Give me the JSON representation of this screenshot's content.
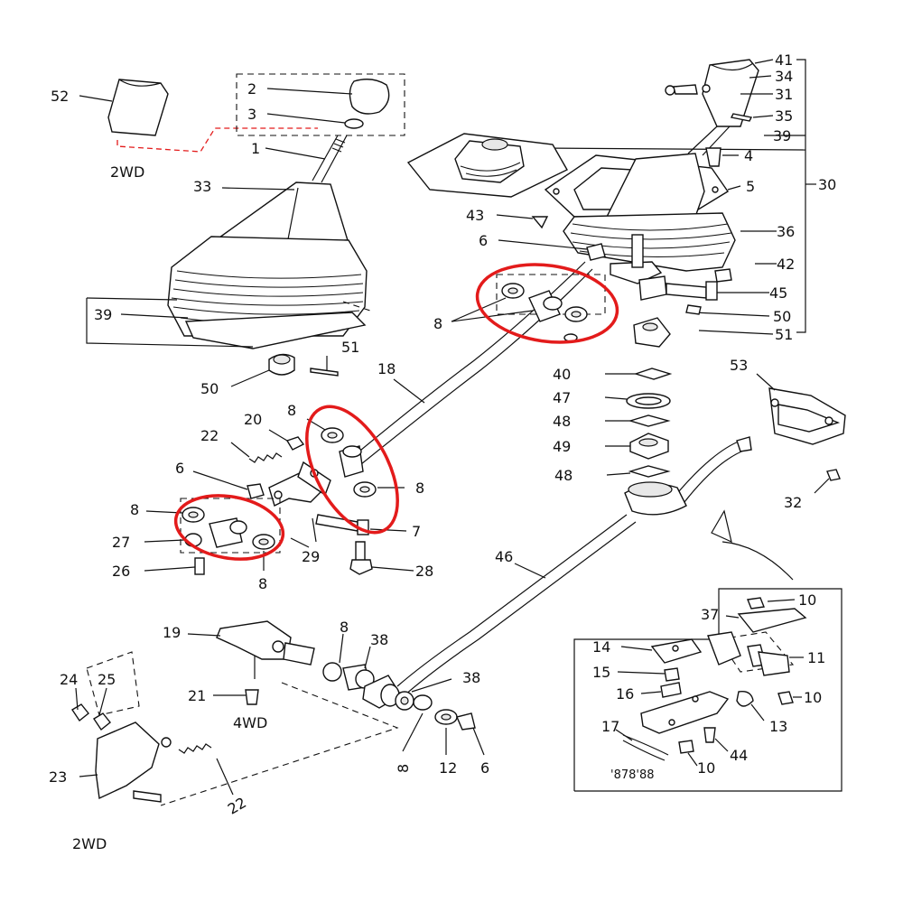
{
  "labels": {
    "p52": "52",
    "p2": "2",
    "p3": "3",
    "p1": "1",
    "wd2_top": "2WD",
    "p33": "33",
    "p39_left": "39",
    "p50_left": "50",
    "p51_left": "51",
    "p18": "18",
    "p20": "20",
    "p8_a": "8",
    "p22": "22",
    "p6_a": "6",
    "p8_b": "8",
    "p27": "27",
    "p26": "26",
    "p29": "29",
    "p7": "7",
    "p28": "28",
    "p8_c": "8",
    "p8_d": "8",
    "p8_e": "8",
    "p41": "41",
    "p34": "34",
    "p31": "31",
    "p35": "35",
    "p39_right": "39",
    "p4": "4",
    "p5": "5",
    "p30": "30",
    "p43": "43",
    "p6_b": "6",
    "p36": "36",
    "p42": "42",
    "p45": "45",
    "p50_right": "50",
    "p51_right": "51",
    "p40": "40",
    "p47": "47",
    "p48_a": "48",
    "p49": "49",
    "p48_b": "48",
    "p53": "53",
    "p32": "32",
    "p46": "46",
    "p19": "19",
    "p8_f": "8",
    "p38_a": "38",
    "p38_b": "38",
    "p21": "21",
    "wd4": "4WD",
    "p24": "24",
    "p25": "25",
    "p23": "23",
    "p22_b": "22",
    "p8_g": "8",
    "p12": "12",
    "p6_c": "6",
    "wd2_bottom": "2WD",
    "p10_a": "10",
    "p37": "37",
    "p14": "14",
    "p11": "11",
    "p15": "15",
    "p16": "16",
    "p10_b": "10",
    "p13": "13",
    "p17": "17",
    "p44": "44",
    "p10_c": "10",
    "code": "'878'88"
  },
  "colors": {
    "highlight": "#e31b1b",
    "linework": "#111111",
    "reference_dash": "#e31b1b"
  }
}
